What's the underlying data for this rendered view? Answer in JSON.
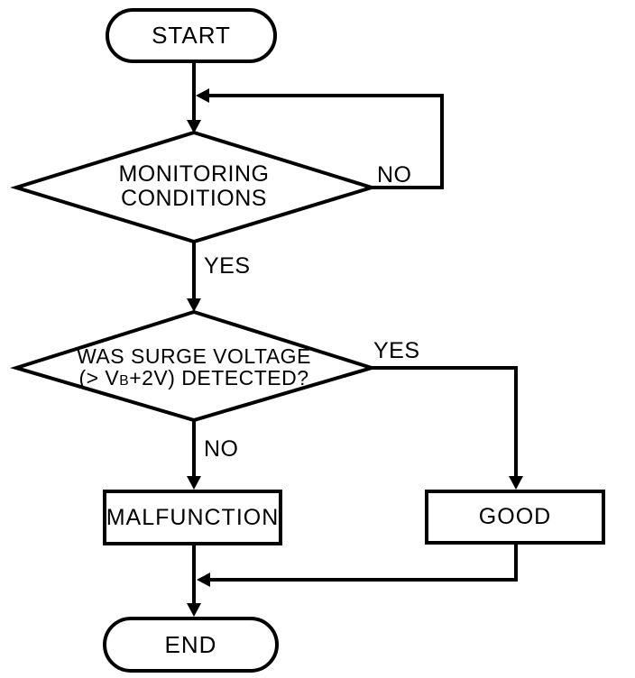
{
  "colors": {
    "background": "#ffffff",
    "line": "#000000",
    "text": "#000000"
  },
  "nodes": {
    "start": {
      "label": "START"
    },
    "decision_monitoring": {
      "label": "MONITORING CONDITIONS",
      "yes_label": "YES",
      "no_label": "NO"
    },
    "decision_surge": {
      "line1": "WAS SURGE VOLTAGE",
      "line2_prefix": "(> V",
      "line2_subscript": "B",
      "line2_suffix": "+2V) DETECTED?",
      "yes_label": "YES",
      "no_label": "NO"
    },
    "malfunction": {
      "label": "MALFUNCTION"
    },
    "good": {
      "label": "GOOD"
    },
    "end": {
      "label": "END"
    }
  }
}
